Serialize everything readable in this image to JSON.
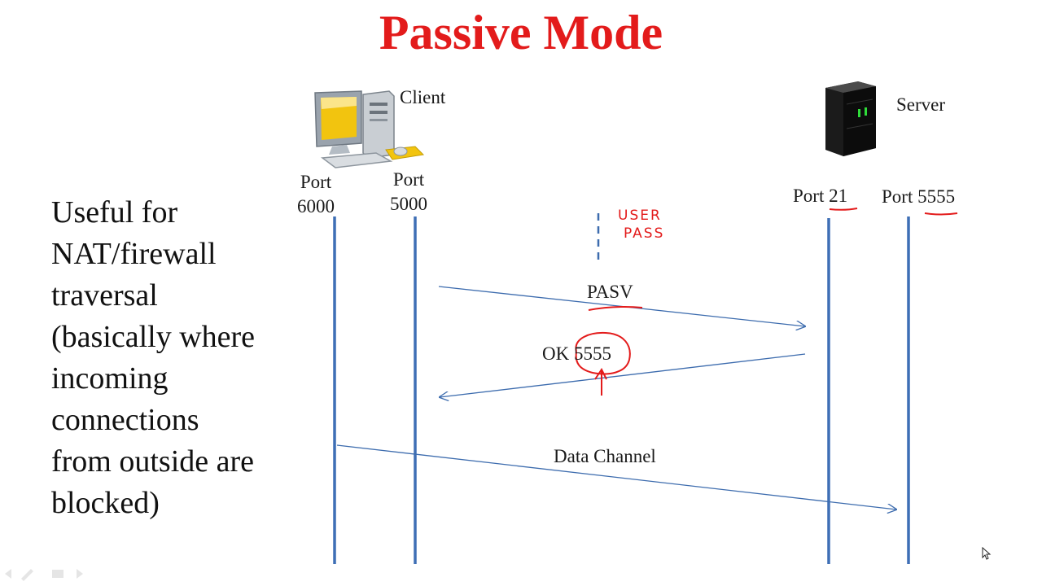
{
  "slide": {
    "title": "Passive Mode",
    "side_text": "Useful for NAT/firewall traversal (basically where incoming connections from outside are blocked)"
  },
  "client": {
    "label": "Client",
    "icon": "desktop-computer-icon",
    "port_a_label": "Port",
    "port_a_number": "6000",
    "port_b_label": "Port",
    "port_b_number": "5000"
  },
  "server": {
    "label": "Server",
    "icon": "server-tower-icon",
    "port_a": "Port 21",
    "port_b": "Port 5555"
  },
  "messages": {
    "pasv": "PASV",
    "ok": "OK 5555",
    "data_channel": "Data Channel"
  },
  "annotations": {
    "handwritten_user": "USER",
    "handwritten_pass": "PASS"
  },
  "colors": {
    "title": "#e31b1b",
    "lifeline": "#3e6fb5",
    "arrow": "#3d6cae",
    "ink": "#e31b1b"
  }
}
